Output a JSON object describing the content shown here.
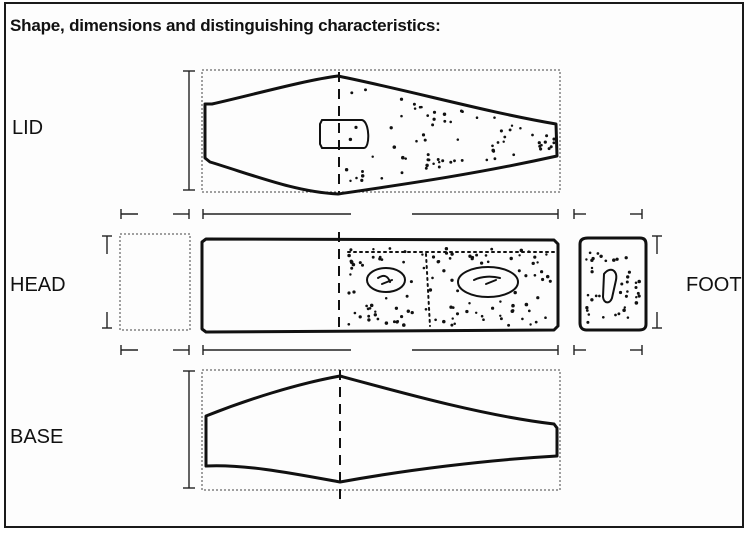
{
  "header": {
    "title": "Shape, dimensions and distinguishing characteristics:"
  },
  "labels": {
    "lid": "LID",
    "head": "HEAD",
    "base": "BASE",
    "foot": "FOOT"
  },
  "colors": {
    "ink": "#111111",
    "guide": "#444444",
    "paper": "#fdfdfd"
  }
}
